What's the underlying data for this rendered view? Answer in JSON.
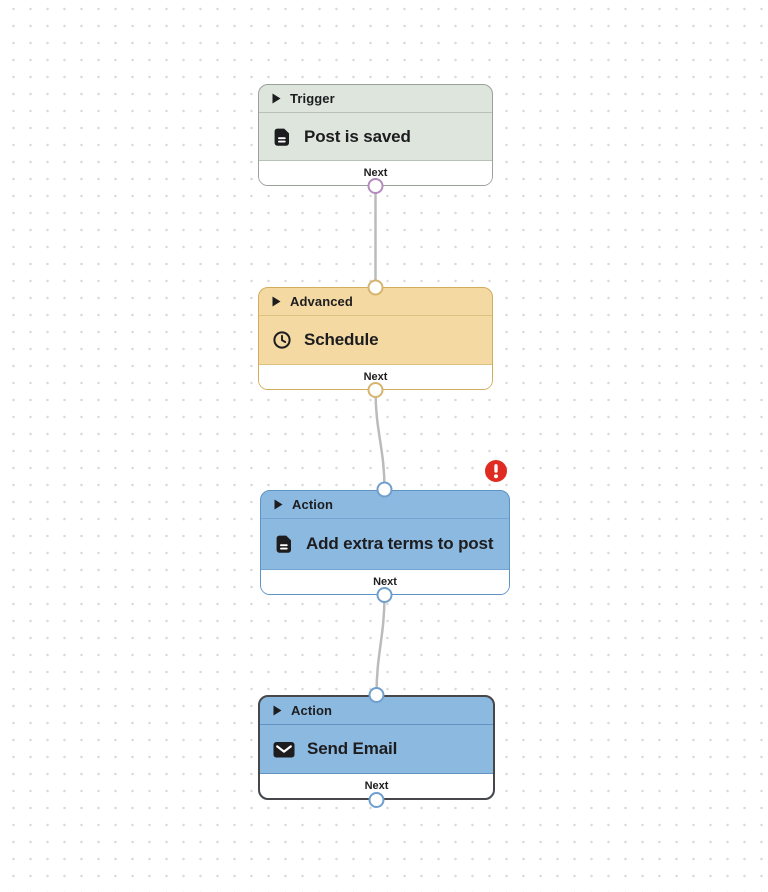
{
  "canvas": {
    "background": "#ffffff",
    "dot_color": "#d9d9d9",
    "wire_color": "#bbbbbb",
    "text_color": "#1d1d1f"
  },
  "nodes": [
    {
      "category": "Trigger",
      "title": "Post is saved",
      "icon": "document-icon",
      "footer_label": "Next",
      "theme": {
        "fill": "#dde5dd",
        "border": "#99a299",
        "divider": "#b8c1b8",
        "port": "#b48bbd"
      }
    },
    {
      "category": "Advanced",
      "title": "Schedule",
      "icon": "clock-icon",
      "footer_label": "Next",
      "theme": {
        "fill": "#f4d9a3",
        "border": "#d2ad5d",
        "divider": "#ddc180",
        "port": "#d6b46e"
      }
    },
    {
      "category": "Action",
      "title": "Add extra terms to post",
      "icon": "document-icon",
      "footer_label": "Next",
      "error": {
        "present": true,
        "color": "#e02b22",
        "icon": "exclamation-icon"
      },
      "theme": {
        "fill": "#8bb9e0",
        "border": "#5e93c5",
        "divider": "#74a4d2",
        "port": "#6f9fce"
      }
    },
    {
      "category": "Action",
      "title": "Send Email",
      "icon": "mail-icon",
      "footer_label": "Next",
      "selected": true,
      "theme": {
        "fill": "#8bb9e0",
        "border": "#47474b",
        "divider": "#6292c2",
        "port": "#6f9fce"
      }
    }
  ]
}
